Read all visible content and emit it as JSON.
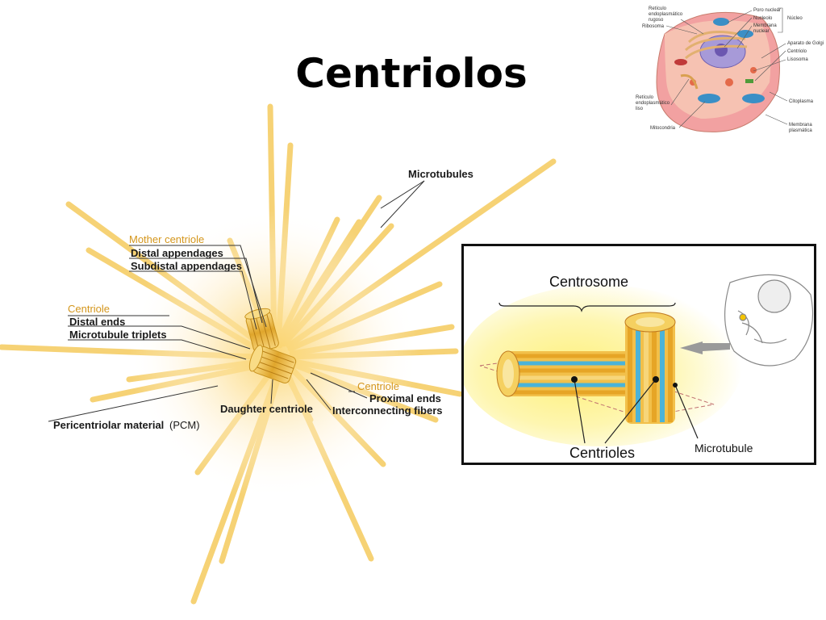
{
  "slide": {
    "title": "Centriolos"
  },
  "main_diagram": {
    "microtubules": "Microtubules",
    "mother_centriole": "Mother centriole",
    "distal_appendages": "Distal appendages",
    "subdistal_appendages": "Subdistal appendages",
    "centriole_top": "Centriole",
    "distal_ends": "Distal ends",
    "microtubule_triplets": "Microtubule triplets",
    "pericentriolar_material": "Pericentriolar material",
    "pcm": "(PCM)",
    "daughter_centriole": "Daughter centriole",
    "centriole_bottom": "Centriole",
    "proximal_ends": "Proximal ends",
    "interconnecting_fibers": "Interconnecting fibers"
  },
  "centrosome_box": {
    "centrosome": "Centrosome",
    "centrioles": "Centrioles",
    "microtubule": "Microtubule"
  },
  "cell_diagram": {
    "reticulo_rugoso_1": "Retículo",
    "reticulo_rugoso_2": "endoplasmático",
    "reticulo_rugoso_3": "rugoso",
    "ribosoma": "Ribosoma",
    "poro_nuclear": "Poro nuclear",
    "nucleolo": "Nucleolo",
    "membrana_nuclear_1": "Membrana",
    "membrana_nuclear_2": "nuclear",
    "nucleo": "Núcleo",
    "aparato_golgi": "Aparato de Golgi",
    "centriolo": "Centriolo",
    "lisosoma": "Lisosoma",
    "reticulo_liso_1": "Retículo",
    "reticulo_liso_2": "endoplasmático",
    "reticulo_liso_3": "liso",
    "citoplasma": "Citoplasma",
    "mitocondria": "Mitocondria",
    "membrana_plasmatica_1": "Membrana",
    "membrana_plasmatica_2": "plasmática"
  },
  "colors": {
    "microtubule_yellow": "#f6cf6a",
    "label_orange": "#d4961c",
    "centriole_blue": "#4bb3d8",
    "cell_pink": "#f2a1a1"
  }
}
